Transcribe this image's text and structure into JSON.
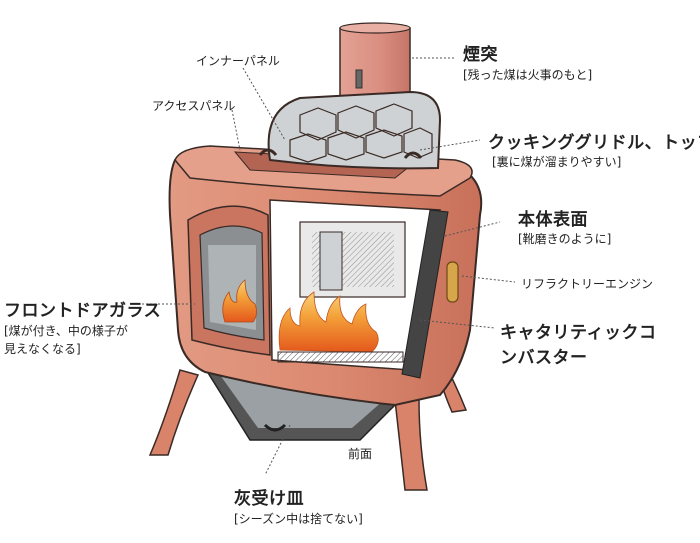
{
  "labels": {
    "chimney": {
      "title": "煙突",
      "note": "[残った煤は火事のもと]"
    },
    "inner_panel": "インナーパネル",
    "access_panel": "アクセスパネル",
    "griddle": {
      "title": "クッキンググリドル、トップ",
      "note": "[裏に煤が溜まりやすい]"
    },
    "body_surface": {
      "title": "本体表面",
      "note": "[靴磨きのように]"
    },
    "refractory": "リフラクトリーエンジン",
    "catalytic": {
      "line1": "キャタリティックコ",
      "line2": "ンバスター"
    },
    "front_glass": {
      "title": "フロントドアガラス",
      "note1": "[煤が付き、中の様子が",
      "note2": "見えなくなる]"
    },
    "front": "前面",
    "ash_pan": {
      "title": "灰受け皿",
      "note": "[シーズン中は捨てない]"
    }
  },
  "colors": {
    "stove_body": "#d9836b",
    "stove_shadow": "#c06a53",
    "chimney": "#d98d7f",
    "outline": "#3a2a26",
    "griddle": "#cfd2d4",
    "flame": "#f08a2a",
    "leader": "#555555"
  },
  "icons": [
    "hexagon-griddle-icon",
    "flame-icon",
    "brass-handle-icon"
  ]
}
